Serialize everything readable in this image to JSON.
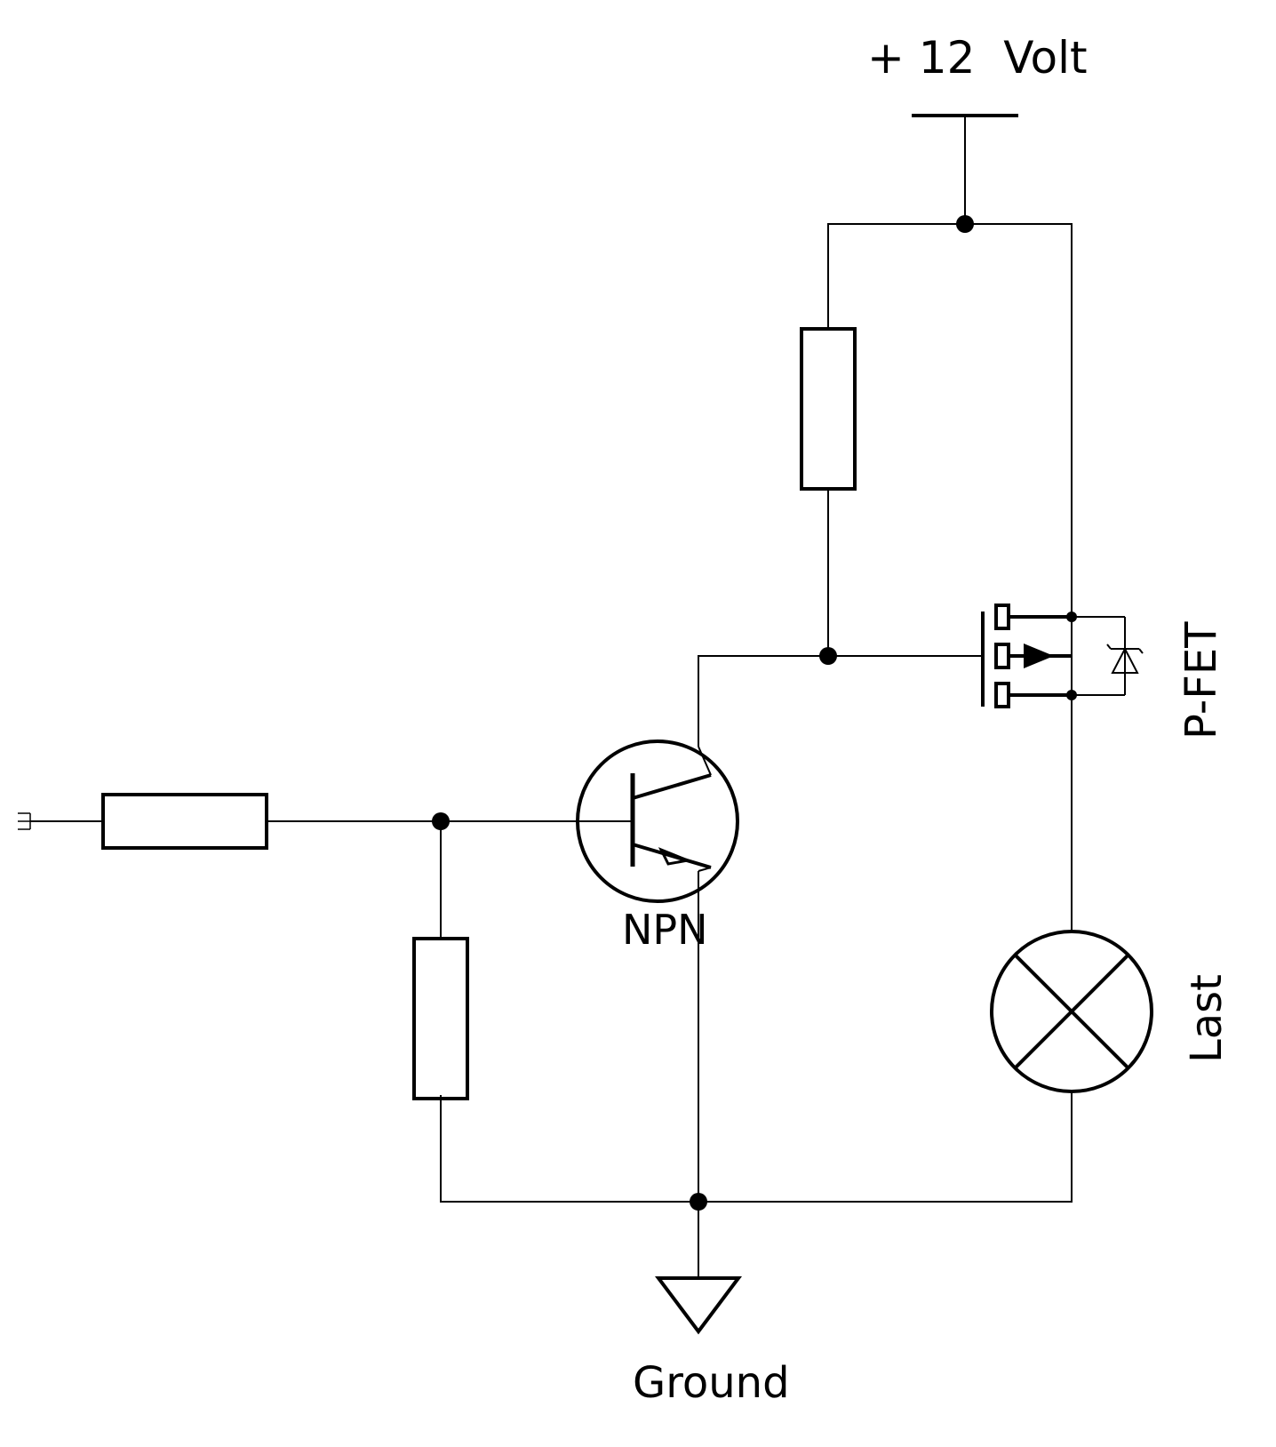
{
  "labels": {
    "supply": "+ 12  Volt",
    "npn": "NPN",
    "pfet": "P-FET",
    "load": "Last",
    "ground": "Ground"
  },
  "colors": {
    "stroke": "#000000",
    "background": "#ffffff"
  }
}
